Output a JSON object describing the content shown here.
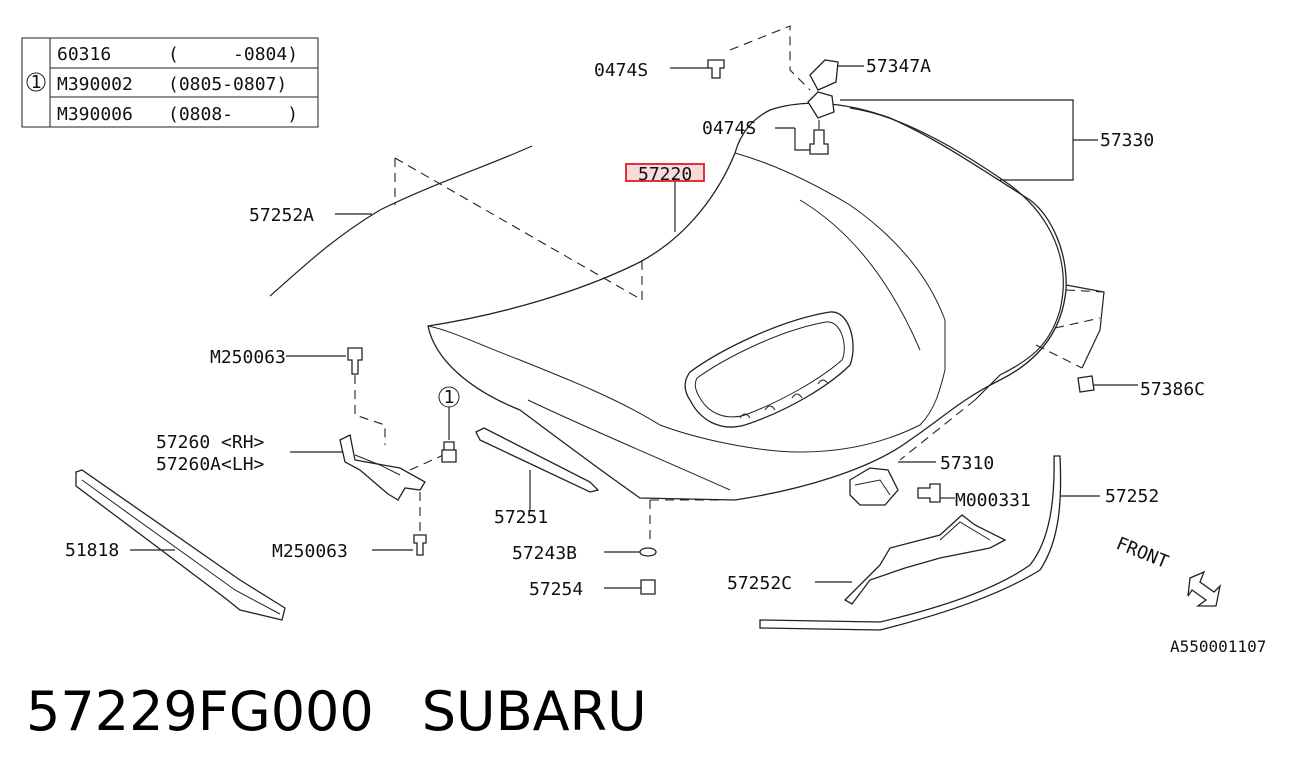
{
  "variant_table": {
    "marker": "1",
    "rows": [
      {
        "part": "60316",
        "range": "(     -0804)"
      },
      {
        "part": "M390002",
        "range": "(0805-0807)"
      },
      {
        "part": "M390006",
        "range": "(0808-     )"
      }
    ]
  },
  "callouts": {
    "p0474s_a": "0474S",
    "p57347a": "57347A",
    "p0474s_b": "0474S",
    "p57330": "57330",
    "p57220": "57220",
    "p57252a": "57252A",
    "pm250063_a": "M250063",
    "p57260": "57260 <RH>",
    "p57260a": "57260A<LH>",
    "p57251": "57251",
    "pm250063_b": "M250063",
    "p51818": "51818",
    "p57243b": "57243B",
    "p57254": "57254",
    "p57310": "57310",
    "pm000331": "M000331",
    "p57252": "57252",
    "p57252c": "57252C",
    "p57386c": "57386C",
    "marker_1": "1"
  },
  "front_label": "FRONT",
  "diagram_code": "A550001107",
  "highlight_color": "#e0303a",
  "footer": {
    "part_number": "57229FG000",
    "brand": "SUBARU"
  }
}
